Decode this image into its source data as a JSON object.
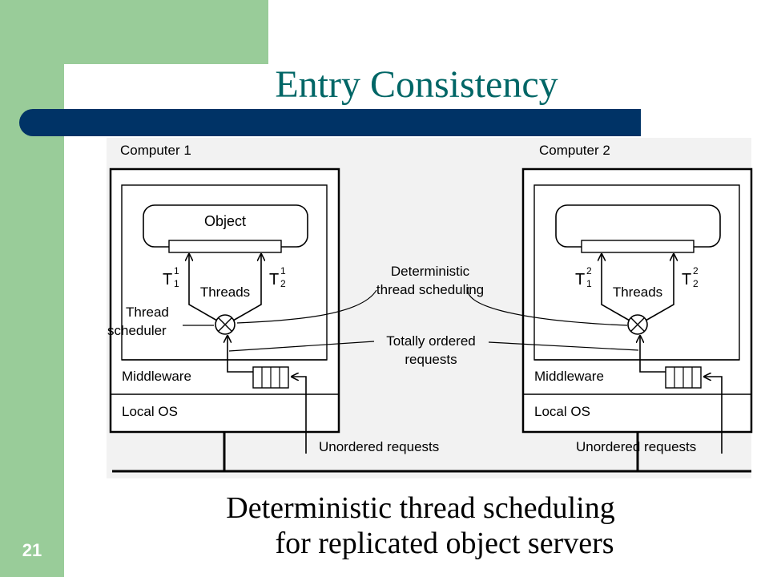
{
  "slide": {
    "title": "Entry Consistency",
    "number": "21",
    "caption_line1": "Deterministic thread scheduling",
    "caption_line2": "for replicated object servers"
  },
  "diagram": {
    "computer1": "Computer 1",
    "computer2": "Computer 2",
    "object": "Object",
    "threads": "Threads",
    "thread": "T",
    "sub1": "1",
    "sub2": "2",
    "thread_scheduler_line1": "Thread",
    "thread_scheduler_line2": "scheduler",
    "deterministic_line1": "Deterministic",
    "deterministic_line2": "thread scheduling",
    "totally_line1": "Totally ordered",
    "totally_line2": "requests",
    "middleware": "Middleware",
    "local_os": "Local OS",
    "unordered": "Unordered requests"
  }
}
